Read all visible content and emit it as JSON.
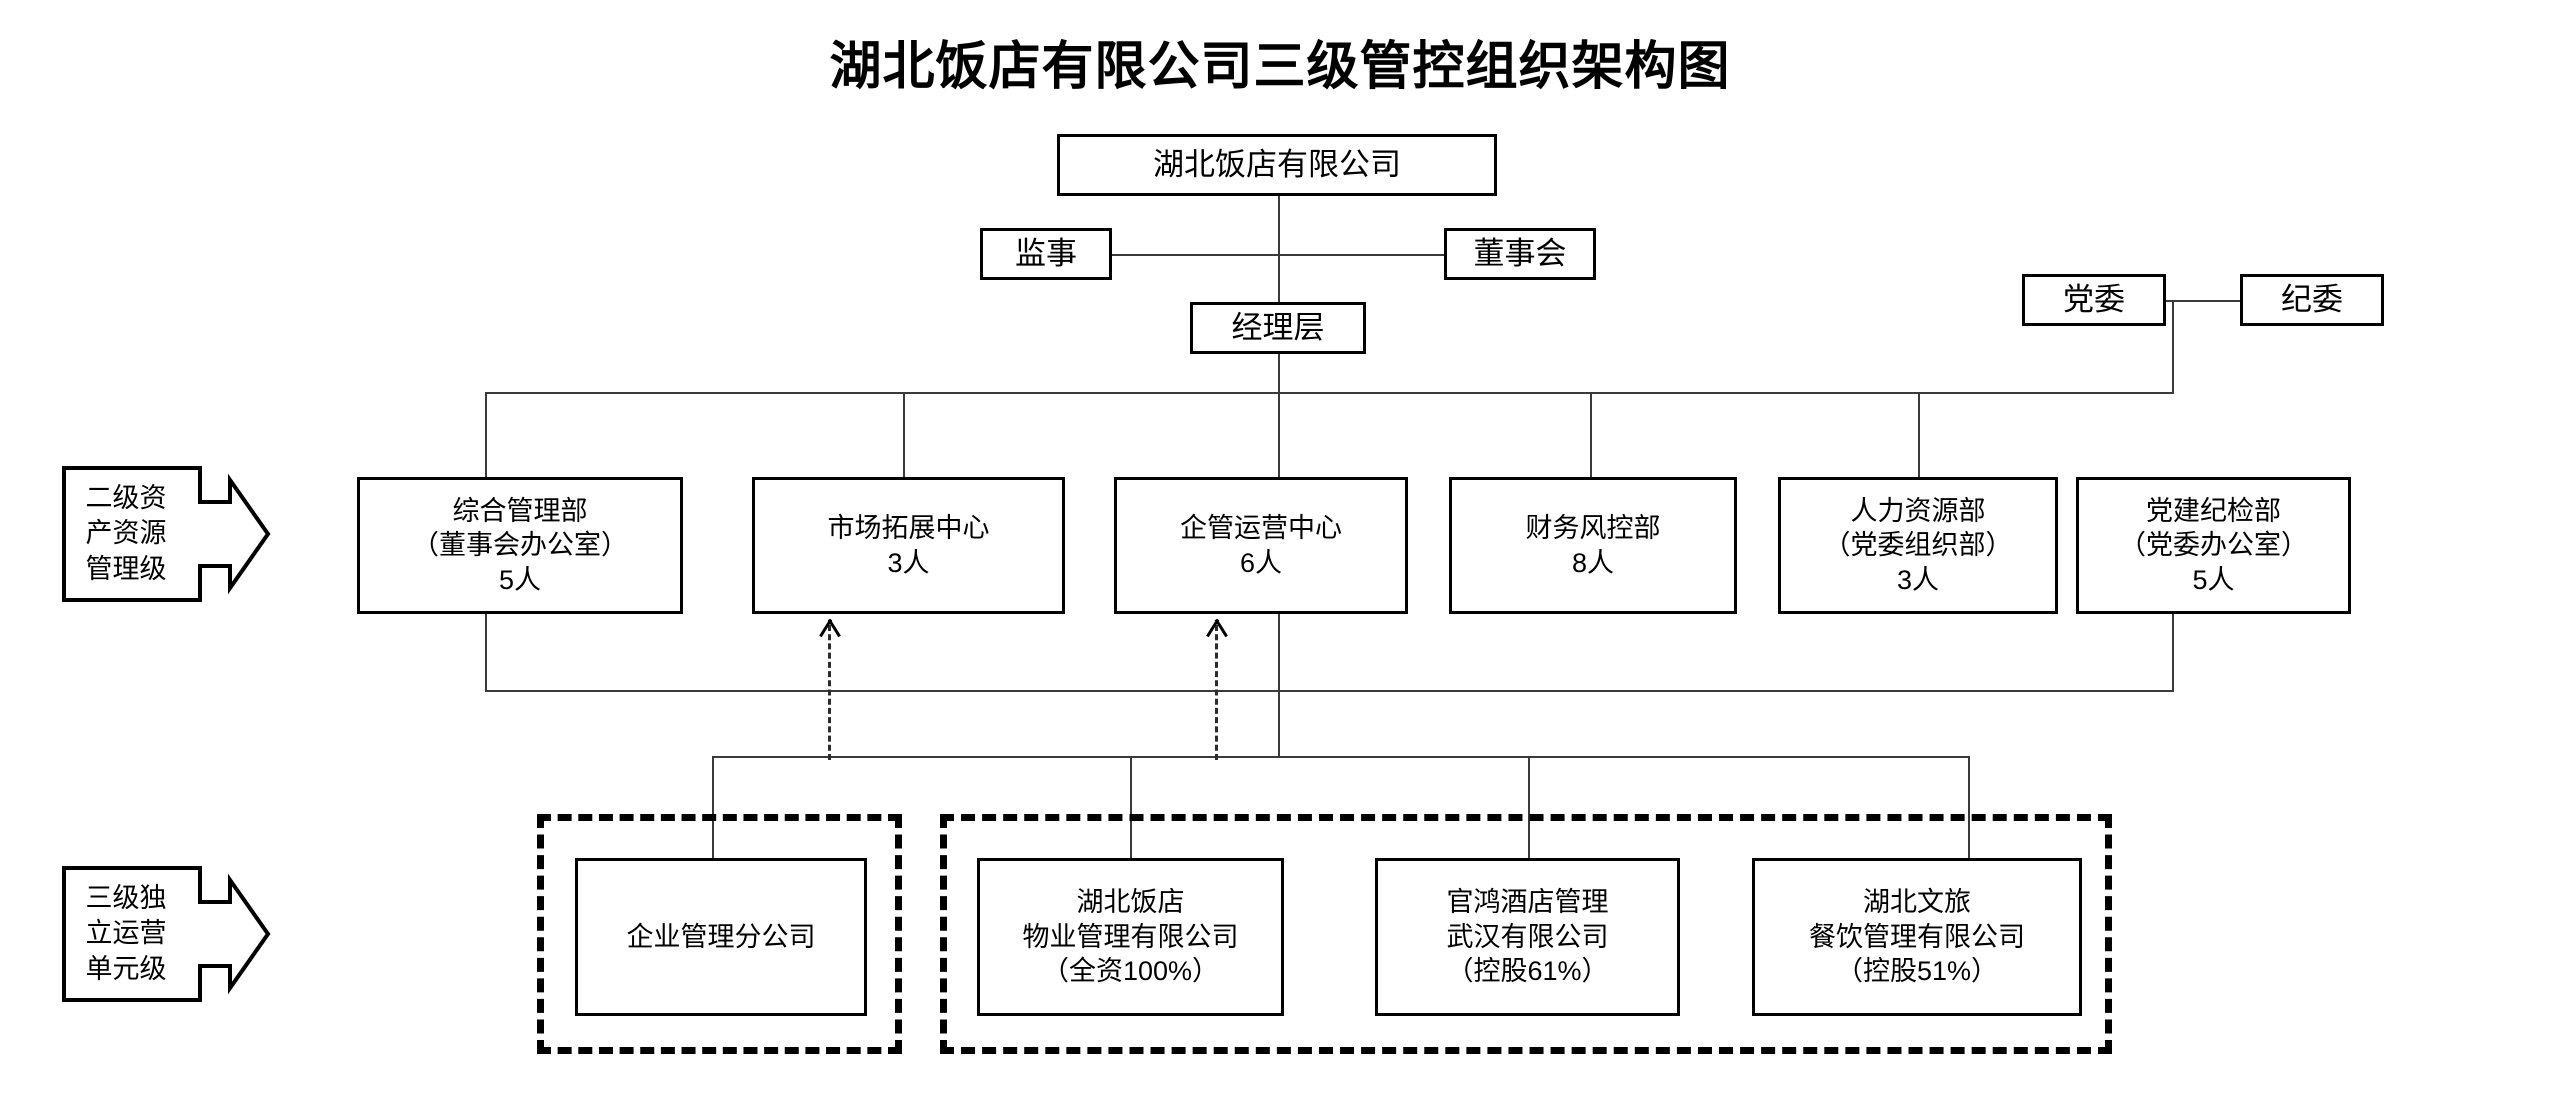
{
  "chart_title": "湖北饭店有限公司三级管控组织架构图",
  "level_tags": [
    {
      "id": "level-2",
      "lines": [
        "二级资",
        "产资源",
        "管理级"
      ]
    },
    {
      "id": "level-3",
      "lines": [
        "三级独",
        "立运营",
        "单元级"
      ]
    }
  ],
  "top_nodes": {
    "company": {
      "lines": [
        "湖北饭店有限公司"
      ]
    },
    "supervisor": {
      "lines": [
        "监事"
      ]
    },
    "board": {
      "lines": [
        "董事会"
      ]
    },
    "management": {
      "lines": [
        "经理层"
      ]
    },
    "party_committee": {
      "lines": [
        "党委"
      ]
    },
    "discipline_committee": {
      "lines": [
        "纪委"
      ]
    }
  },
  "departments": [
    {
      "id": "dept-general-management",
      "lines": [
        "综合管理部",
        "（董事会办公室）",
        "5人"
      ]
    },
    {
      "id": "dept-market-development",
      "lines": [
        "市场拓展中心",
        "3人"
      ]
    },
    {
      "id": "dept-enterprise-operation",
      "lines": [
        "企管运营中心",
        "6人"
      ]
    },
    {
      "id": "dept-finance-risk",
      "lines": [
        "财务风控部",
        "8人"
      ]
    },
    {
      "id": "dept-human-resources",
      "lines": [
        "人力资源部",
        "（党委组织部）",
        "3人"
      ]
    },
    {
      "id": "dept-party-discipline",
      "lines": [
        "党建纪检部",
        "（党委办公室）",
        "5人"
      ]
    }
  ],
  "subsidiaries": [
    {
      "id": "sub-enterprise-branch",
      "lines": [
        "企业管理分公司"
      ]
    },
    {
      "id": "sub-property-management",
      "lines": [
        "湖北饭店",
        "物业管理有限公司",
        "（全资100%）"
      ]
    },
    {
      "id": "sub-guanhong-hotel",
      "lines": [
        "官鸿酒店管理",
        "武汉有限公司",
        "（控股61%）"
      ]
    },
    {
      "id": "sub-wenlv-catering",
      "lines": [
        "湖北文旅",
        "餐饮管理有限公司",
        "（控股51%）"
      ]
    }
  ],
  "colors": {
    "line": "#3a3a3a",
    "box_border": "#000000",
    "background": "#ffffff",
    "text": "#000000"
  }
}
